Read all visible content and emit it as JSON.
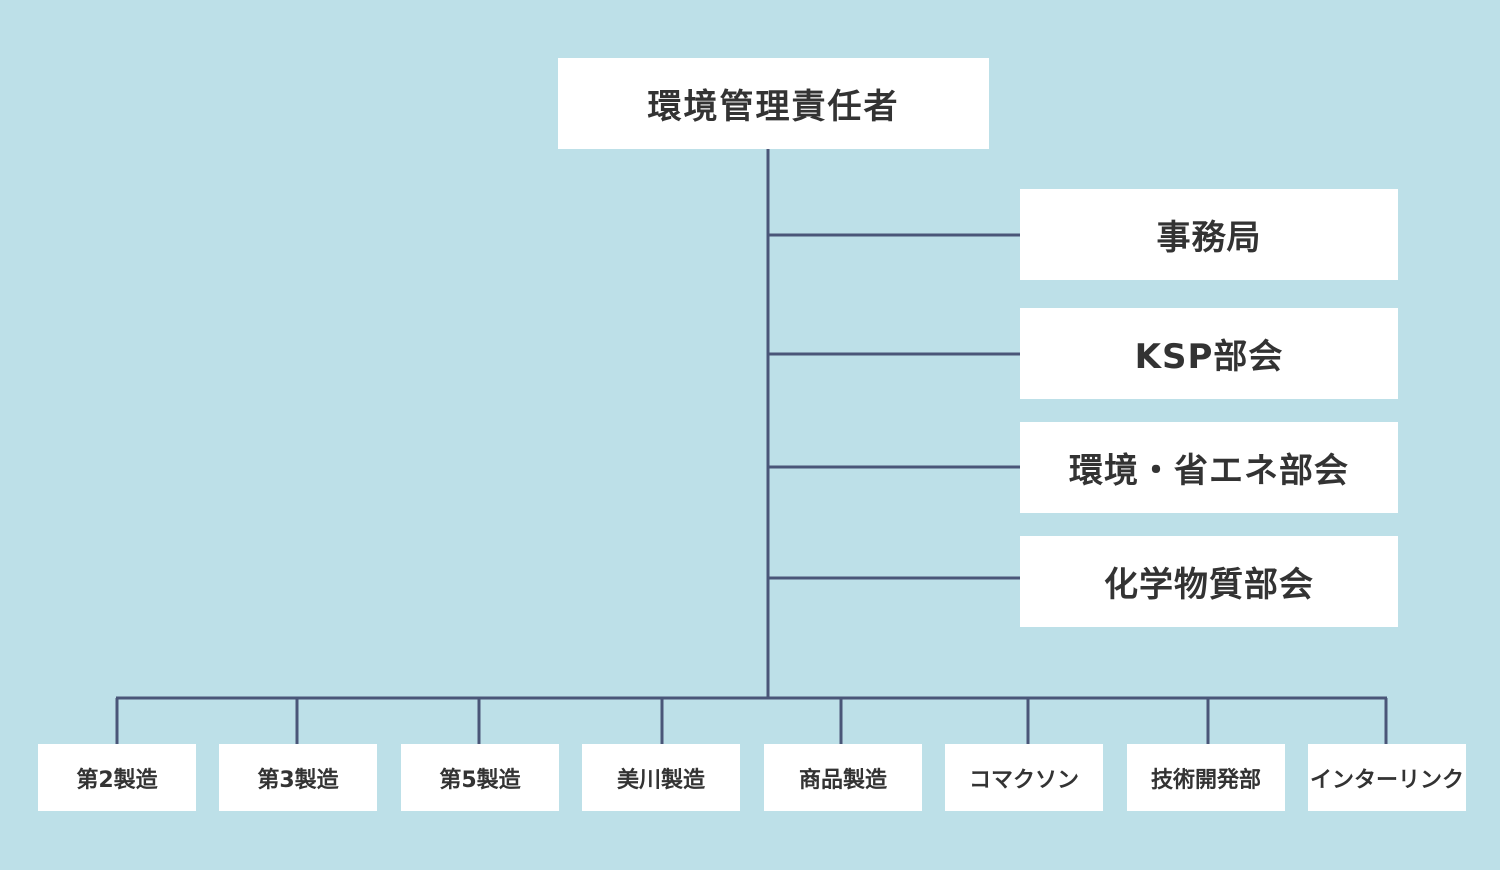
{
  "colors": {
    "background": "#bde0e8",
    "box": "#ffffff",
    "connector": "#4a5678",
    "text": "#333333"
  },
  "top_node": {
    "label": "環境管理責任者"
  },
  "staff_nodes": [
    {
      "label": "事務局"
    },
    {
      "label": "KSP部会"
    },
    {
      "label": "環境・省エネ部会"
    },
    {
      "label": "化学物質部会"
    }
  ],
  "division_nodes": [
    {
      "label": "第2製造"
    },
    {
      "label": "第3製造"
    },
    {
      "label": "第5製造"
    },
    {
      "label": "美川製造"
    },
    {
      "label": "商品製造"
    },
    {
      "label": "コマクソン"
    },
    {
      "label": "技術開発部"
    },
    {
      "label": "インターリンク"
    }
  ]
}
